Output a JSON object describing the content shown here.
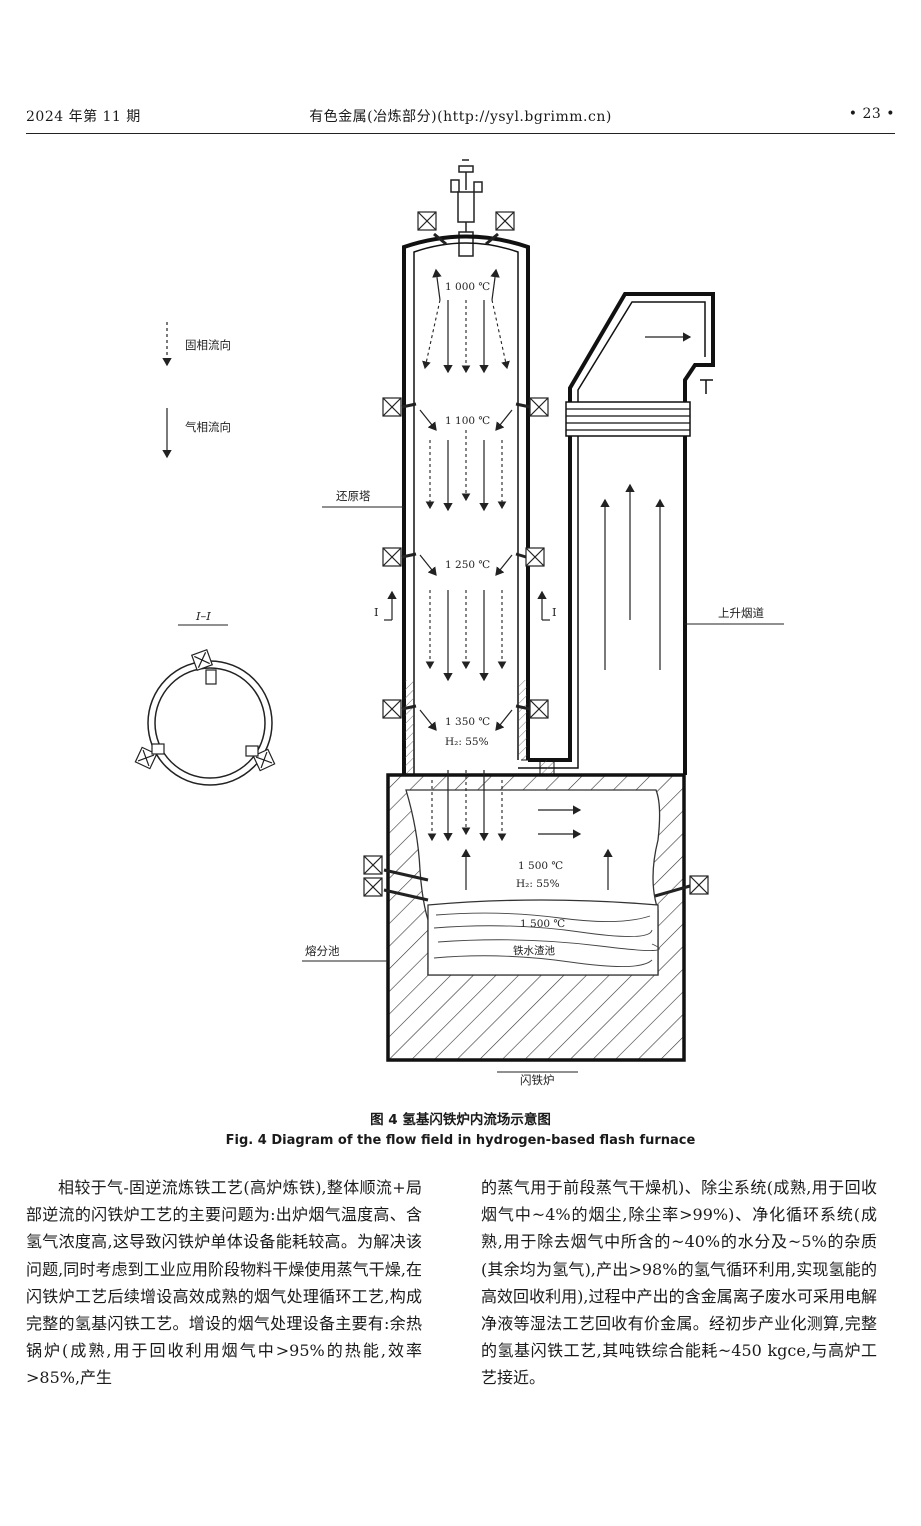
{
  "header": {
    "left": "2024 年第 11 期",
    "center": "有色金属(冶炼部分)(http://ysyl.bgrimm.cn)",
    "right": "• 23 •"
  },
  "figure": {
    "legend_solid_flow": "固相流向",
    "legend_gas_flow": "气相流向",
    "label_reduction_tower": "还原塔",
    "label_section": "I–I",
    "label_section_mark_left": "I",
    "label_section_mark_right": "I",
    "label_flue": "上升烟道",
    "label_melt_pool": "熔分池",
    "label_flash_furnace": "闪铁炉",
    "temp_1": "1 000 ℃",
    "temp_2": "1 100 ℃",
    "temp_3": "1 250 ℃",
    "temp_4": "1 350 ℃",
    "h2_1": "H₂: 55%",
    "temp_5": "1 500 ℃",
    "h2_2": "H₂: 55%",
    "temp_6": "1 500 ℃",
    "label_iron_slag_pool": "铁水渣池",
    "caption_cn": "图 4    氢基闪铁炉内流场示意图",
    "caption_en": "Fig. 4    Diagram of the flow field in hydrogen-based flash furnace"
  },
  "body": {
    "left_paragraph": "相较于气-固逆流炼铁工艺(高炉炼铁),整体顺流+局部逆流的闪铁炉工艺的主要问题为:出炉烟气温度高、含氢气浓度高,这导致闪铁炉单体设备能耗较高。为解决该问题,同时考虑到工业应用阶段物料干燥使用蒸气干燥,在闪铁炉工艺后续增设高效成熟的烟气处理循环工艺,构成完整的氢基闪铁工艺。增设的烟气处理设备主要有:余热锅炉(成熟,用于回收利用烟气中>95%的热能,效率>85%,产生",
    "right_paragraph": "的蒸气用于前段蒸气干燥机)、除尘系统(成熟,用于回收烟气中~4%的烟尘,除尘率>99%)、净化循环系统(成熟,用于除去烟气中所含的~40%的水分及~5%的杂质(其余均为氢气),产出>98%的氢气循环利用,实现氢能的高效回收利用),过程中产出的含金属离子废水可采用电解净液等湿法工艺回收有价金属。经初步产业化测算,完整的氢基闪铁工艺,其吨铁综合能耗~450 kgce,与高炉工艺接近。"
  }
}
